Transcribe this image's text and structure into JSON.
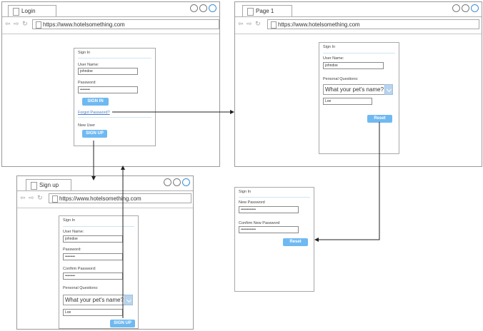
{
  "browser": {
    "url": "https://www.hotelsomething.com",
    "nav_icons": "⇦ ⇨ ↻"
  },
  "windows": {
    "login": {
      "tab_title": "Login",
      "panel": {
        "title": "Sign In",
        "username_label": "User Name:",
        "username_value": "johndoe",
        "password_label": "Password:",
        "password_value": "••••••••",
        "signin_button": "SIGN IN",
        "forgot_link": "Forgot Password?",
        "new_user_label": "New User",
        "signup_button": "SIGN UP"
      }
    },
    "page1": {
      "tab_title": "Page 1",
      "panel": {
        "title": "Sign In",
        "username_label": "User Name:",
        "username_value": "johndoe",
        "questions_label": "Personal Questions:",
        "question_select": "What your pet's name?",
        "answer_value": "Loe",
        "reset_button": "Reset"
      }
    },
    "signup": {
      "tab_title": "Sign up",
      "panel": {
        "title": "Sign In",
        "username_label": "User Name:",
        "username_value": "johndoe",
        "password_label": "Password:",
        "password_value": "••••••••",
        "confirm_label": "Confirm Password:",
        "confirm_value": "••••••••",
        "questions_label": "Personal Questions:",
        "question_select": "What your pet's name?",
        "answer_value": "Loe",
        "signup_button": "SIGN UP"
      }
    }
  },
  "reset_panel": {
    "title": "Sign In",
    "new_password_label": "New Password",
    "new_password_value": "••••••••••••",
    "confirm_label": "Confirm New Password",
    "confirm_value": "••••••••••••",
    "reset_button": "Reset"
  },
  "colors": {
    "button": "#6fb9f2",
    "window_border": "#9a9a9a",
    "link": "#4a79c8"
  }
}
